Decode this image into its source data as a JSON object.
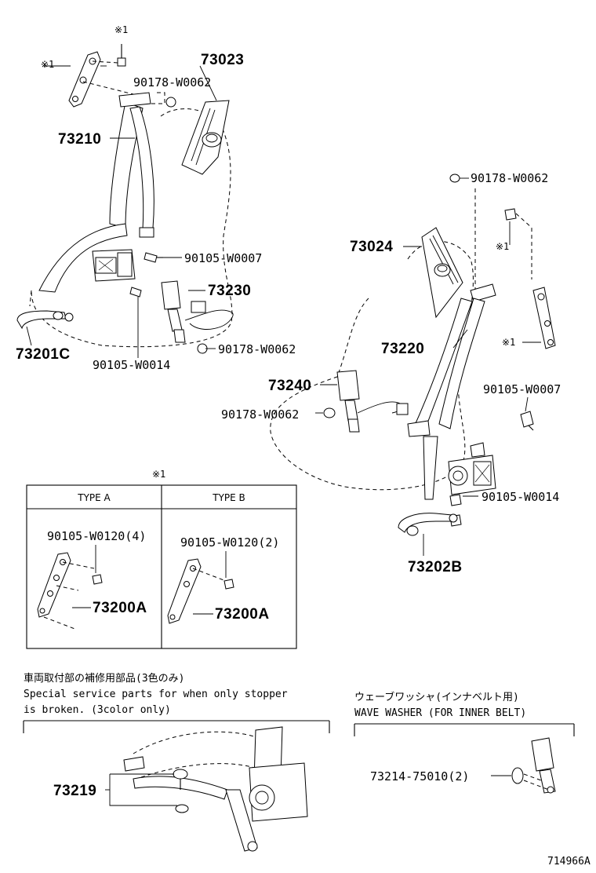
{
  "labels": {
    "p73023": "73023",
    "p73210": "73210",
    "p90178_a": "90178-W0062",
    "p90105_w0007_l": "90105-W0007",
    "p73230": "73230",
    "p73201c": "73201C",
    "p90105_w0014_l": "90105-W0014",
    "p90178_b": "90178-W0062",
    "mark_top": "※1",
    "mark_left": "※1",
    "p90178_c": "90178-W0062",
    "mark_right_1": "※1",
    "p73024": "73024",
    "p73220": "73220",
    "mark_right_2": "※1",
    "p73240": "73240",
    "p90105_w0007_r": "90105-W0007",
    "p90178_d": "90178-W0062",
    "p90105_w0014_r": "90105-W0014",
    "p73202b": "73202B"
  },
  "type_table": {
    "mark": "※1",
    "type_a": {
      "header": "TYPE A",
      "bolt": "90105-W0120(4)",
      "part": "73200A"
    },
    "type_b": {
      "header": "TYPE B",
      "bolt": "90105-W0120(2)",
      "part": "73200A"
    }
  },
  "service_parts": {
    "title_jp": "車両取付部の補修用部品(3色のみ)",
    "title_en_1": "Special service parts for when only stopper",
    "title_en_2": " is broken. (3color only)",
    "part": "73219"
  },
  "wave_washer": {
    "title_jp": "ウェーブワッシャ(インナベルト用)",
    "title_en": "WAVE WASHER (FOR INNER BELT)",
    "part": "73214-75010(2)"
  },
  "figure_id": "714966A"
}
